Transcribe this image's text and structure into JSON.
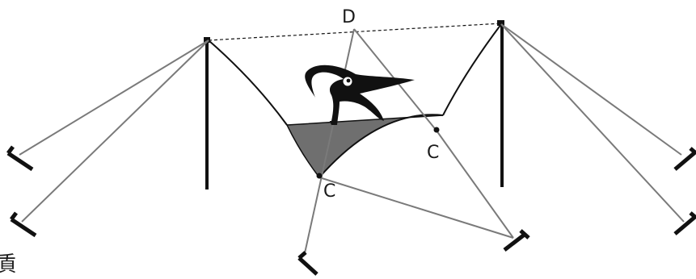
{
  "diagram": {
    "labels": {
      "top_point": "D",
      "right_corner": "C",
      "left_corner": "C",
      "edge_glyph": "貭"
    },
    "colors": {
      "line": "#111111",
      "guy_rope": "#777777",
      "fabric_shadow": "#6f6f6f",
      "background": "#ffffff"
    },
    "icons": {
      "tent_peg": "peg-stake-icon",
      "duck_emblem": "duck-head-icon"
    }
  }
}
